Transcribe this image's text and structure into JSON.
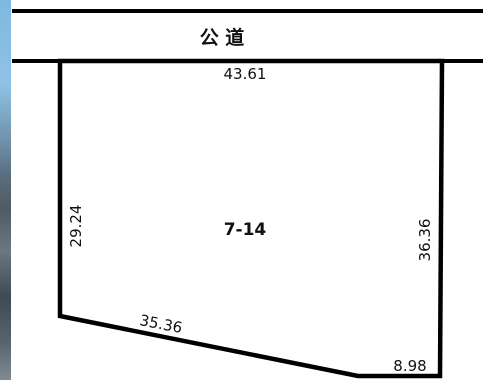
{
  "road": {
    "label": "公 道"
  },
  "parcel": {
    "lot_number": "7-14"
  },
  "dimensions": {
    "top": "43.61",
    "left": "29.24",
    "right": "36.36",
    "bottom_left": "35.36",
    "bottom_right": "8.98"
  },
  "colors": {
    "line": "#000000",
    "text": "#111111",
    "background": "#ffffff"
  }
}
